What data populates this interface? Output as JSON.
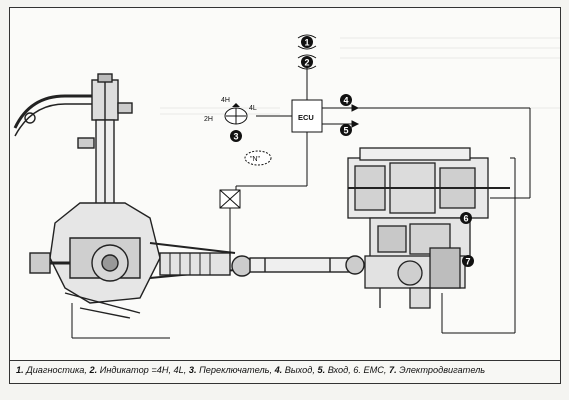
{
  "diagram": {
    "nodes": {
      "ecu": "ECU",
      "selector_4h": "4H",
      "selector_2h": "2H",
      "selector_4l": "4L",
      "neutral": "\"N\""
    },
    "markers": [
      "1",
      "2",
      "3",
      "4",
      "5",
      "6",
      "7"
    ]
  },
  "caption": {
    "items": [
      {
        "n": "1.",
        "text": " Диагностика, "
      },
      {
        "n": "2.",
        "text": " Индикатор =4Н, 4L, "
      },
      {
        "n": "3.",
        "text": " Переключатель, "
      },
      {
        "n": "4.",
        "text": " Выход, "
      },
      {
        "n": "5.",
        "text": " Вход, 6. ЕМС, "
      },
      {
        "n": "7.",
        "text": " Электродвигатель"
      }
    ]
  }
}
